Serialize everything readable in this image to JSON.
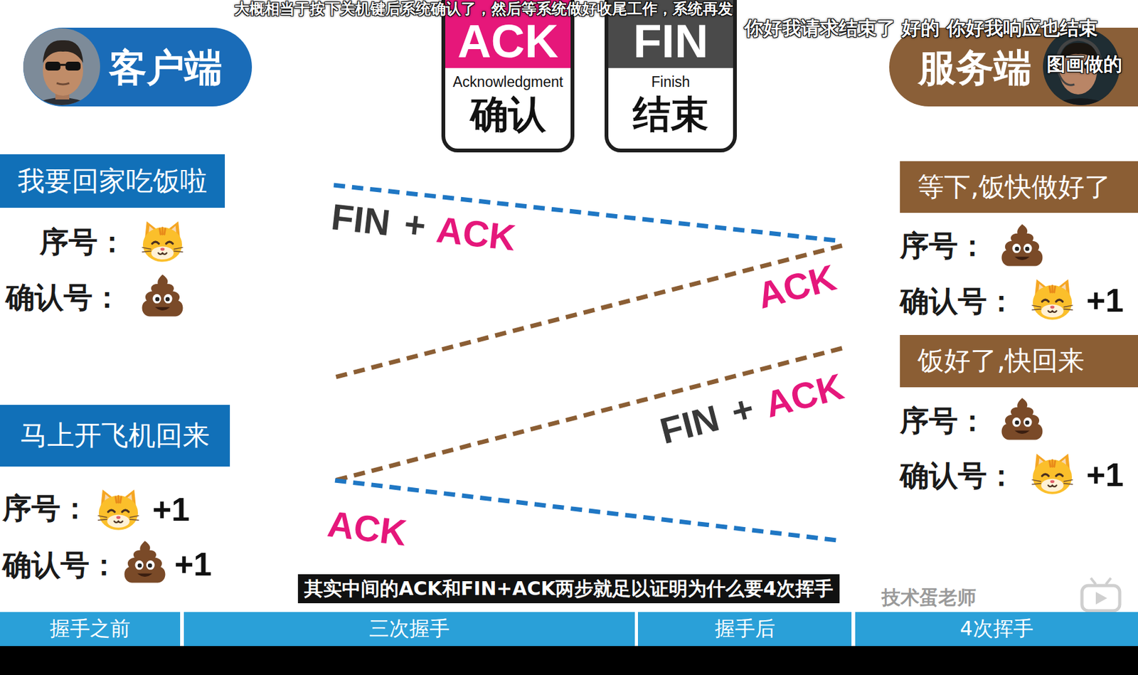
{
  "diagram": {
    "caption": "其实中间的ACK和FIN+ACK两步就足以证明为什么要4次挥手",
    "nodes": [
      {
        "text": [
          "客户端"
        ]
      },
      {
        "text": [
          "ACK",
          "Acknowledgment",
          "确认"
        ]
      },
      {
        "text": [
          "FIN",
          "Finish",
          "结束"
        ]
      },
      {
        "text": [
          "服务端"
        ]
      },
      {
        "text": [
          "我要回家吃饭啦"
        ]
      },
      {
        "text": [
          "等下,饭快做好了"
        ]
      },
      {
        "text": [
          "饭好了,快回来"
        ]
      },
      {
        "text": [
          "马上开飞机回来"
        ]
      },
      {
        "text": [
          "握手之前"
        ]
      },
      {
        "text": [
          "三次握手"
        ]
      },
      {
        "text": [
          "握手后"
        ]
      },
      {
        "text": [
          "4次挥手"
        ]
      }
    ],
    "labels": [
      "大概相当于按下关机键后系统确认了，然后等系统做好收尾工作，系统再发",
      "你好我请求结束了 好的 你好我响应也结束",
      "图画做的",
      "序号：",
      "确认号：",
      "序号：",
      "确认号：",
      "+1",
      "序号：",
      "确认号：",
      "+1",
      "序号：",
      "+1",
      "确认号：",
      "+1",
      "FIN",
      "+",
      "ACK",
      "ACK",
      "FIN",
      "+",
      "ACK",
      "ACK",
      "技术蛋老师"
    ]
  }
}
